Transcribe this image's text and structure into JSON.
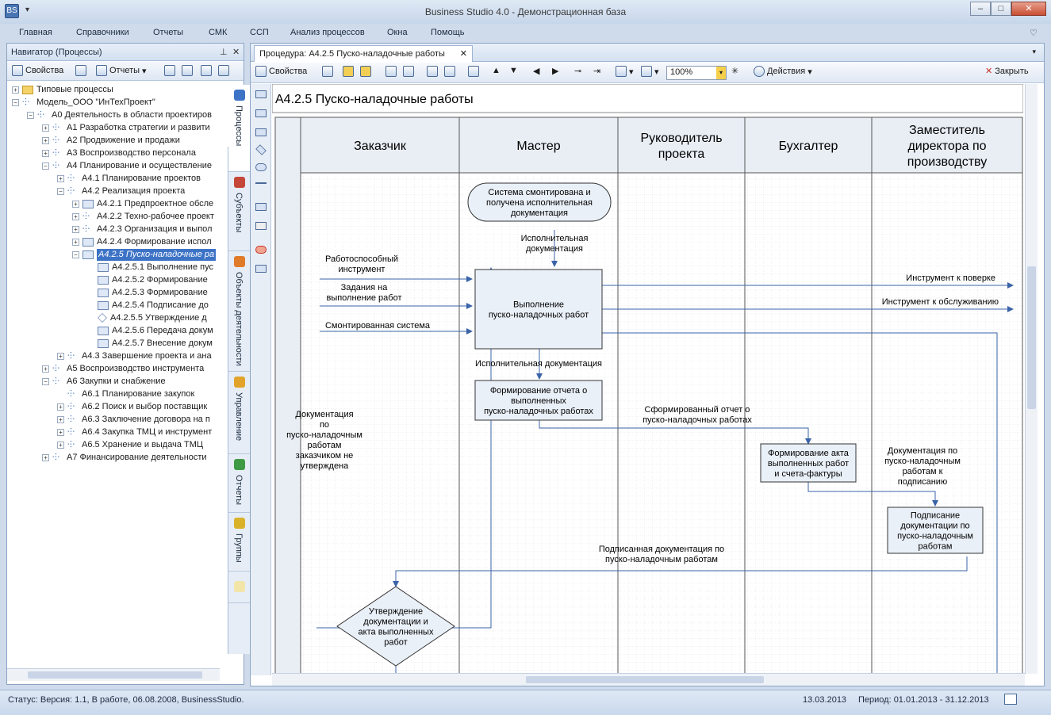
{
  "window": {
    "title": "Business Studio 4.0 - Демонстрационная база"
  },
  "menu": [
    "Главная",
    "Справочники",
    "Отчеты",
    "СМК",
    "ССП",
    "Анализ процессов",
    "Окна",
    "Помощь"
  ],
  "navigator": {
    "title": "Навигатор (Процессы)",
    "toolbar": {
      "properties": "Свойства",
      "reports": "Отчеты"
    },
    "tree": [
      {
        "label": "Типовые процессы",
        "level": 0,
        "glyph": "+",
        "icon": "fold"
      },
      {
        "label": "Модель_ООО \"ИнТехПроект\"",
        "level": 0,
        "glyph": "-",
        "icon": "tree"
      },
      {
        "label": "А0 Деятельность в области проектиров",
        "level": 1,
        "glyph": "-",
        "icon": "tree"
      },
      {
        "label": "А1 Разработка стратегии и развити",
        "level": 2,
        "glyph": "+",
        "icon": "tree"
      },
      {
        "label": "А2 Продвижение и продажи",
        "level": 2,
        "glyph": "+",
        "icon": "tree"
      },
      {
        "label": "А3 Воспроизводство персонала",
        "level": 2,
        "glyph": "+",
        "icon": "tree"
      },
      {
        "label": "А4 Планирование и осуществление",
        "level": 2,
        "glyph": "-",
        "icon": "tree"
      },
      {
        "label": "А4.1 Планирование проектов",
        "level": 3,
        "glyph": "+",
        "icon": "tree"
      },
      {
        "label": "А4.2 Реализация проекта",
        "level": 3,
        "glyph": "-",
        "icon": "tree"
      },
      {
        "label": "А4.2.1 Предпроектное обсле",
        "level": 4,
        "glyph": "+",
        "icon": "proc"
      },
      {
        "label": "А4.2.2 Техно-рабочее проект",
        "level": 4,
        "glyph": "+",
        "icon": "tree"
      },
      {
        "label": "А4.2.3 Организация и выпол",
        "level": 4,
        "glyph": "+",
        "icon": "tree"
      },
      {
        "label": "А4.2.4 Формирование испол",
        "level": 4,
        "glyph": "+",
        "icon": "proc"
      },
      {
        "label": "А4.2.5 Пуско-наладочные ра",
        "level": 4,
        "glyph": "-",
        "icon": "proc",
        "selected": true
      },
      {
        "label": "А4.2.5.1 Выполнение пус",
        "level": 5,
        "glyph": "",
        "icon": "proc"
      },
      {
        "label": "А4.2.5.2 Формирование",
        "level": 5,
        "glyph": "",
        "icon": "proc"
      },
      {
        "label": "А4.2.5.3 Формирование",
        "level": 5,
        "glyph": "",
        "icon": "proc"
      },
      {
        "label": "А4.2.5.4 Подписание до",
        "level": 5,
        "glyph": "",
        "icon": "proc"
      },
      {
        "label": "А4.2.5.5 Утверждение д",
        "level": 5,
        "glyph": "",
        "icon": "dec"
      },
      {
        "label": "А4.2.5.6 Передача докум",
        "level": 5,
        "glyph": "",
        "icon": "proc"
      },
      {
        "label": "А4.2.5.7 Внесение докум",
        "level": 5,
        "glyph": "",
        "icon": "proc"
      },
      {
        "label": "А4.3 Завершение проекта и ана",
        "level": 3,
        "glyph": "+",
        "icon": "tree"
      },
      {
        "label": "А5 Воспроизводство инструмента",
        "level": 2,
        "glyph": "+",
        "icon": "tree"
      },
      {
        "label": "А6 Закупки и снабжение",
        "level": 2,
        "glyph": "-",
        "icon": "tree"
      },
      {
        "label": "А6.1 Планирование закупок",
        "level": 3,
        "glyph": "",
        "icon": "tree"
      },
      {
        "label": "А6.2 Поиск и выбор поставщик",
        "level": 3,
        "glyph": "+",
        "icon": "tree"
      },
      {
        "label": "А6.3 Заключение договора на п",
        "level": 3,
        "glyph": "+",
        "icon": "tree"
      },
      {
        "label": "А6.4 Закупка ТМЦ и инструмент",
        "level": 3,
        "glyph": "+",
        "icon": "tree"
      },
      {
        "label": "А6.5 Хранение и выдача ТМЦ",
        "level": 3,
        "glyph": "+",
        "icon": "tree"
      },
      {
        "label": "А7 Финансирование деятельности",
        "level": 2,
        "glyph": "+",
        "icon": "tree"
      }
    ]
  },
  "side_tabs": [
    {
      "label": "Процессы",
      "color": "#3d73c6"
    },
    {
      "label": "Субъекты",
      "color": "#c4473a"
    },
    {
      "label": "Объекты деятельности",
      "color": "#e07b2a"
    },
    {
      "label": "Управление",
      "color": "#e1a32a"
    },
    {
      "label": "Отчеты",
      "color": "#3f9a45"
    },
    {
      "label": "Группы",
      "color": "#d9b22a"
    }
  ],
  "document": {
    "tab_label": "Процедура: А4.2.5 Пуско-наладочные работы",
    "toolbar": {
      "properties": "Свойства",
      "zoom": "100%",
      "actions": "Действия",
      "close": "Закрыть"
    },
    "diagram": {
      "title": "А4.2.5 Пуско-наладочные работы",
      "lanes": [
        "Заказчик",
        "Мастер",
        "Руководитель проекта",
        "Бухгалтер",
        "Заместитель директора по производству"
      ],
      "shapes": {
        "start": "Система смонтирована и получена исполнительная документация",
        "p1": "Выполнение пуско-наладочных работ",
        "p2": "Формирование отчета о выполненных пуско-наладочных работах",
        "p3": "Формирование акта выполненных работ и счета-фактуры",
        "p4": "Подписание документации по пуско-наладочным работам",
        "dec": "Утверждение документации и акта выполненных работ"
      },
      "labels": {
        "in_doc": "Исполнительная документация",
        "tool": "Работоспособный инструмент",
        "tasks": "Задания на выполнение работ",
        "system": "Смонтированная система",
        "out_check": "Инструмент к поверке",
        "out_service": "Инструмент к обслуживанию",
        "exec_doc": "Исполнительная документация",
        "report": "Сформированный отчет о пуско-наладочных работах",
        "doc_sign": "Документация по пуско-наладочным работам к подписанию",
        "signed": "Подписанная документация по пуско-наладочным работам",
        "not_approved": "Документация по пуско-наладочным работам заказчиком не утверждена"
      }
    }
  },
  "status": {
    "left": "Статус: Версия: 1.1, В работе, 06.08.2008, BusinessStudio.",
    "date": "13.03.2013",
    "period": "Период: 01.01.2013 - 31.12.2013"
  }
}
